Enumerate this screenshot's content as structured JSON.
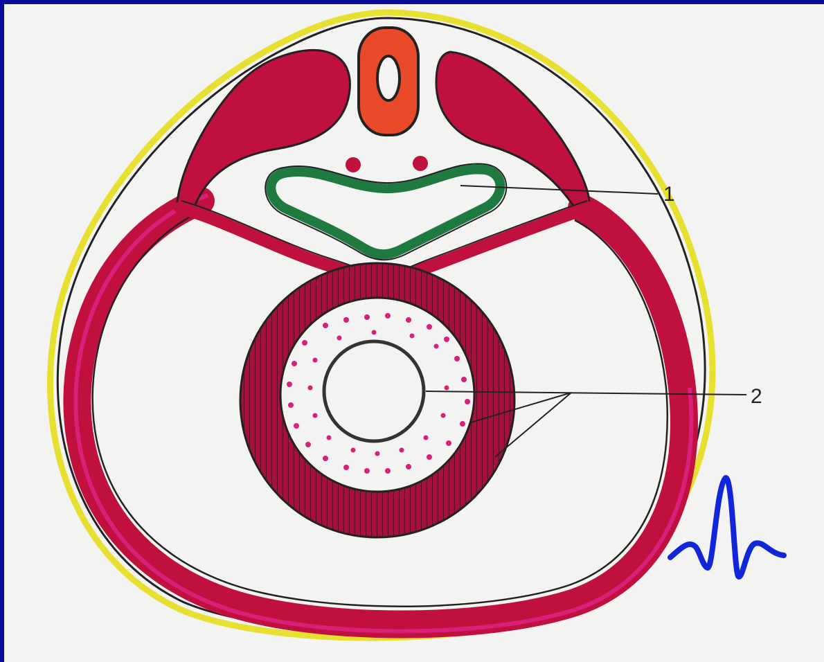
{
  "figure": {
    "labels": [
      {
        "id": "label-1",
        "text": "1"
      },
      {
        "id": "label-2",
        "text": "2"
      }
    ]
  },
  "colors": {
    "frame": "#0a0a9a",
    "paper": "#f3f3f1",
    "outer_border_yellow": "#e8e030",
    "muscle_red": "#c0103e",
    "muscle_pink": "#d8207a",
    "vertebra_fill": "#e84a2a",
    "green_tube": "#1e7a40",
    "ink": "#222222",
    "logo_blue": "#1026d8"
  },
  "icons": {
    "logo": "ecg-wave-icon"
  }
}
